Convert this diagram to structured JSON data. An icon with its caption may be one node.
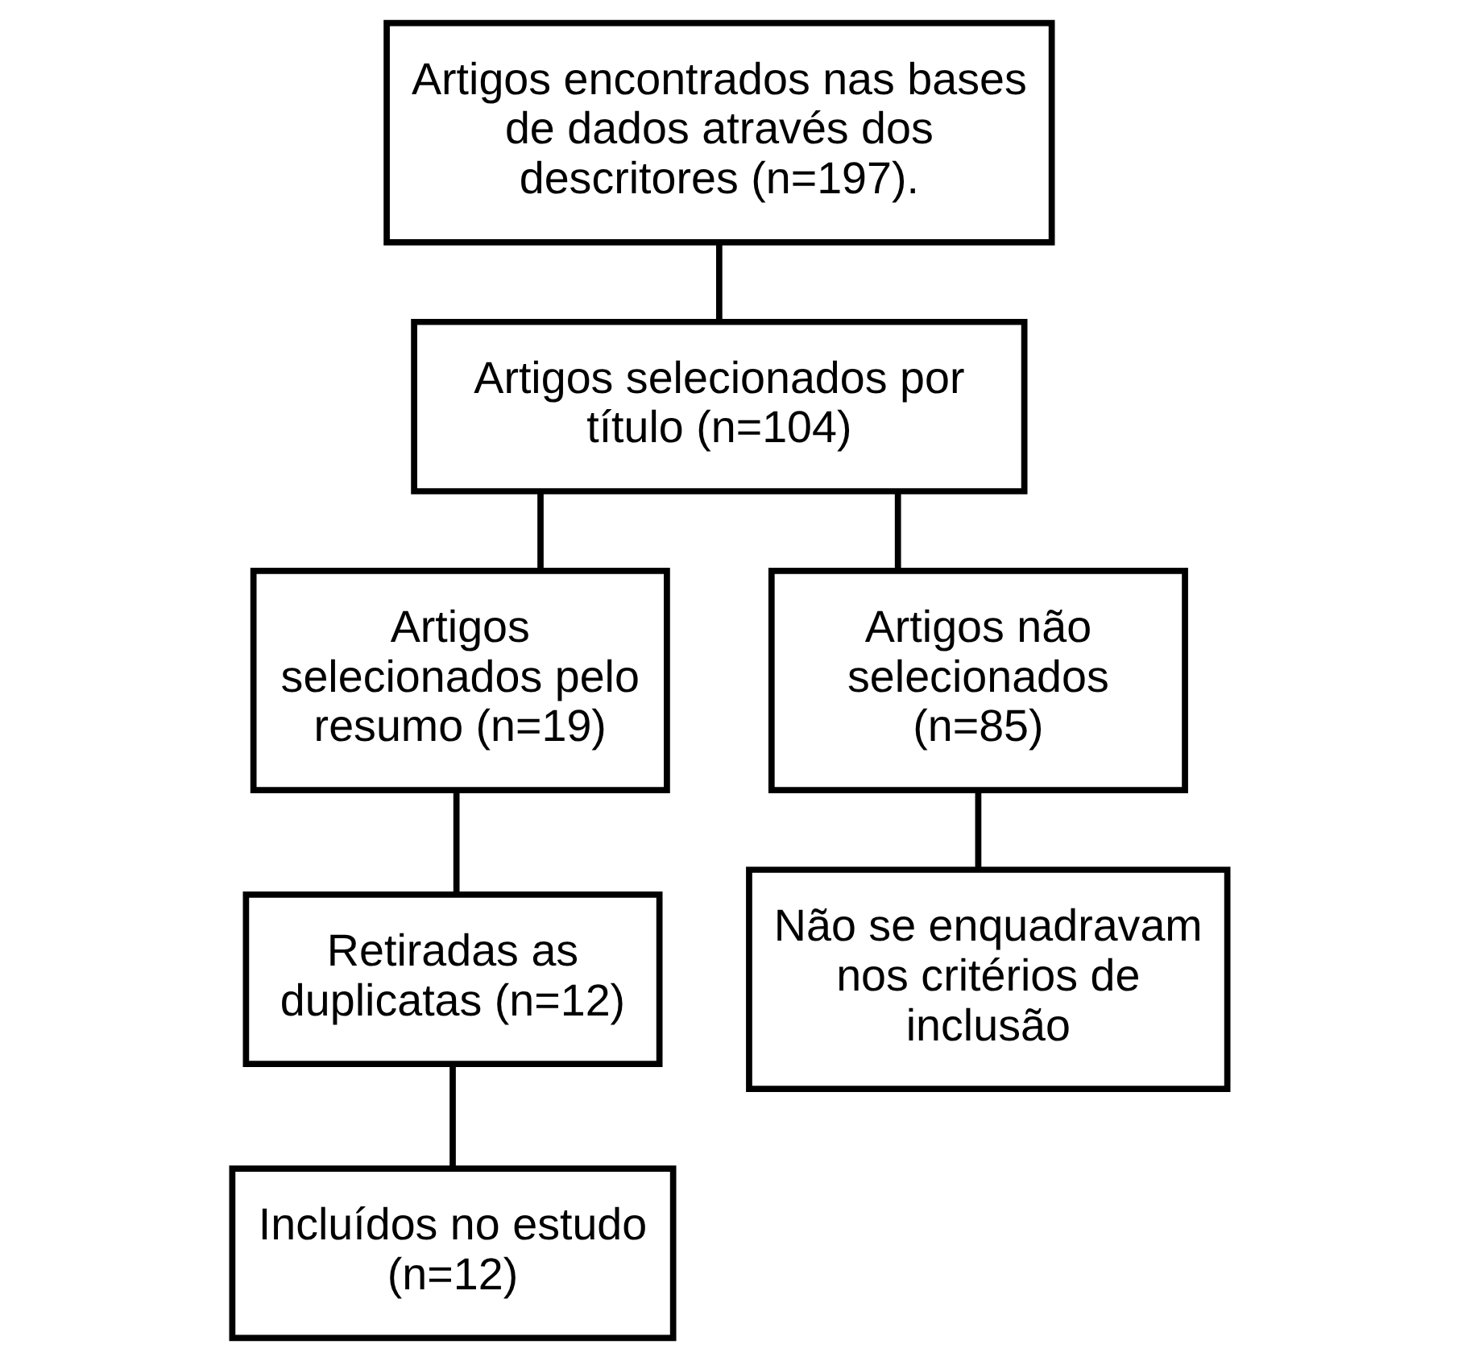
{
  "diagram": {
    "nodes": [
      {
        "text": [
          "Artigos encontrados nas bases de dados através dos descritores (n=197)."
        ]
      },
      {
        "text": [
          "Artigos selecionados por título (n=104)"
        ]
      },
      {
        "text": [
          "Artigos selecionados pelo resumo (n=19)"
        ]
      },
      {
        "text": [
          "Artigos não selecionados (n=85)"
        ]
      },
      {
        "text": [
          "Retiradas as duplicatas (n=12)"
        ]
      },
      {
        "text": [
          "Não se enquadravam nos critérios de inclusão"
        ]
      },
      {
        "text": [
          "Incluídos no estudo (n=12)"
        ]
      }
    ],
    "edges": [
      {
        "from": 0,
        "to": 1,
        "arrow": "none"
      },
      {
        "from": 1,
        "to": 2,
        "arrow": "none"
      },
      {
        "from": 1,
        "to": 3,
        "arrow": "none"
      },
      {
        "from": 2,
        "to": 4,
        "arrow": "none"
      },
      {
        "from": 3,
        "to": 5,
        "arrow": "none"
      },
      {
        "from": 4,
        "to": 6,
        "arrow": "none"
      }
    ]
  }
}
